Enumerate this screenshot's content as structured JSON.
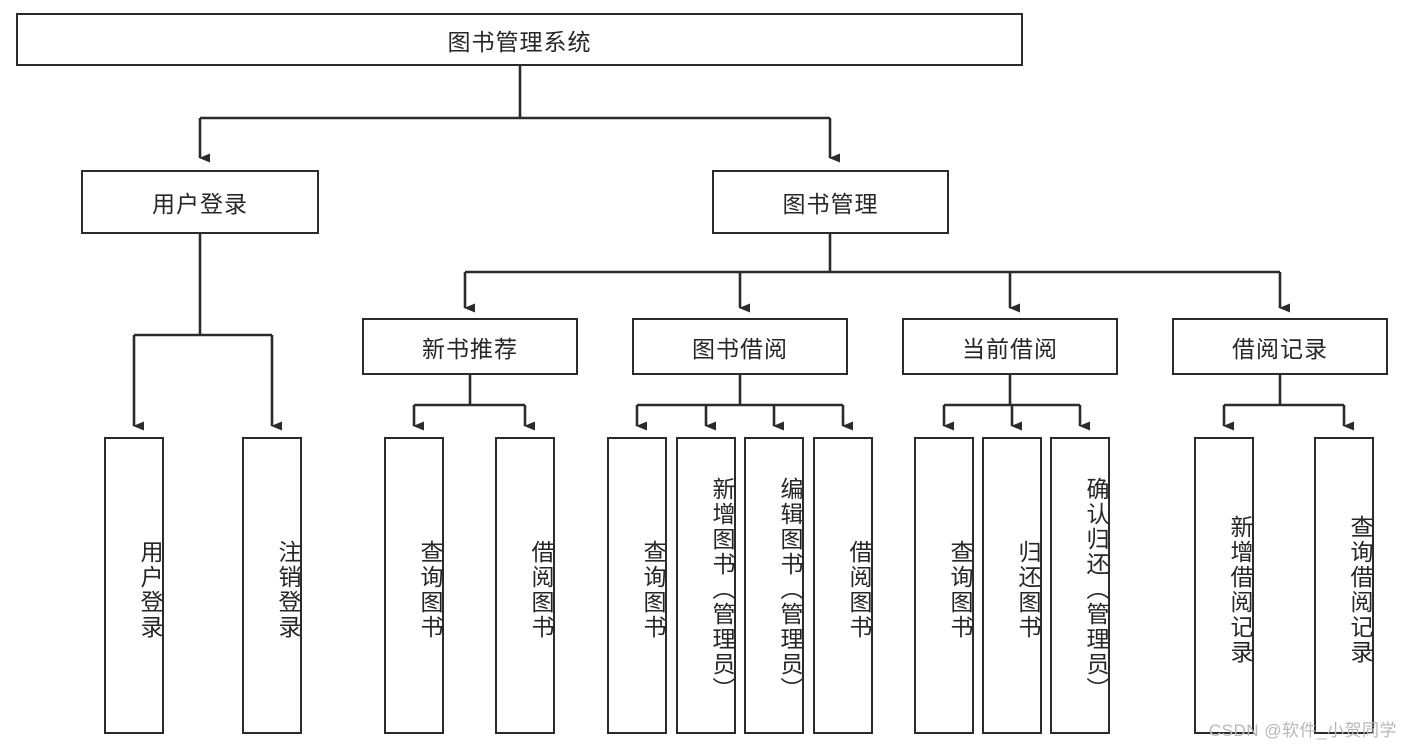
{
  "diagram": {
    "type": "tree-hierarchy",
    "title": "图书管理系统",
    "root": {
      "id": "root",
      "label": "图书管理系统",
      "orientation": "horizontal"
    },
    "level2": [
      {
        "id": "user-login",
        "label": "用户登录",
        "orientation": "horizontal"
      },
      {
        "id": "book-management",
        "label": "图书管理",
        "orientation": "horizontal"
      }
    ],
    "level3": [
      {
        "id": "new-book-recommend",
        "label": "新书推荐",
        "orientation": "horizontal",
        "parent": "book-management"
      },
      {
        "id": "book-borrow",
        "label": "图书借阅",
        "orientation": "horizontal",
        "parent": "book-management"
      },
      {
        "id": "current-borrow",
        "label": "当前借阅",
        "orientation": "horizontal",
        "parent": "book-management"
      },
      {
        "id": "borrow-record",
        "label": "借阅记录",
        "orientation": "horizontal",
        "parent": "book-management"
      }
    ],
    "leaves": [
      {
        "id": "leaf-user-login",
        "label": "用户登录",
        "parent": "user-login"
      },
      {
        "id": "leaf-logout",
        "label": "注销登录",
        "parent": "user-login"
      },
      {
        "id": "leaf-query-book-1",
        "label": "查询图书",
        "parent": "new-book-recommend"
      },
      {
        "id": "leaf-borrow-book-1",
        "label": "借阅图书",
        "parent": "new-book-recommend"
      },
      {
        "id": "leaf-query-book-2",
        "label": "查询图书",
        "parent": "book-borrow"
      },
      {
        "id": "leaf-add-book",
        "label": "新增图书（管理员）",
        "parent": "book-borrow"
      },
      {
        "id": "leaf-edit-book",
        "label": "编辑图书（管理员）",
        "parent": "book-borrow"
      },
      {
        "id": "leaf-borrow-book-2",
        "label": "借阅图书",
        "parent": "book-borrow"
      },
      {
        "id": "leaf-query-book-3",
        "label": "查询图书",
        "parent": "current-borrow"
      },
      {
        "id": "leaf-return-book",
        "label": "归还图书",
        "parent": "current-borrow"
      },
      {
        "id": "leaf-confirm-return",
        "label": "确认归还（管理员）",
        "parent": "current-borrow"
      },
      {
        "id": "leaf-add-record",
        "label": "新增借阅记录",
        "parent": "borrow-record"
      },
      {
        "id": "leaf-query-record",
        "label": "查询借阅记录",
        "parent": "borrow-record"
      }
    ],
    "colors": {
      "stroke": "#2b2b2b",
      "text": "#262626",
      "background": "#ffffff",
      "watermark": "#b8b8b8"
    }
  },
  "watermark": {
    "text": "CSDN @软件_小贺同学"
  }
}
